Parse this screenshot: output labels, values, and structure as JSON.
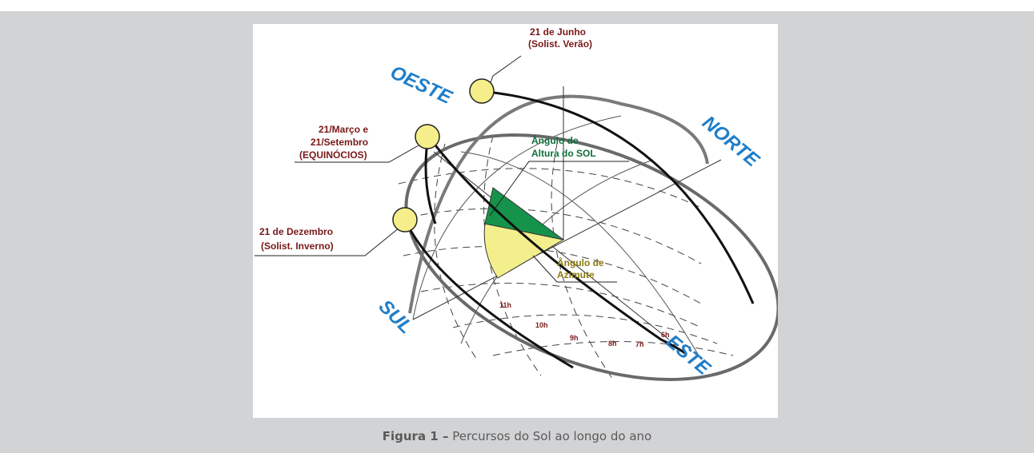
{
  "directions": {
    "west": "OESTE",
    "north": "NORTE",
    "south": "SUL",
    "east": "ESTE"
  },
  "labels": {
    "june_line1": "21 de Junho",
    "june_line2": "(Solist. Verão)",
    "equinox_line1": "21/Março e",
    "equinox_line2": "21/Setembro",
    "equinox_line3": "(EQUINÓCIOS)",
    "december_line1": "21 de Dezembro",
    "december_line2": "(Solist. Inverno)",
    "altitude_line1": "Ângulo de",
    "altitude_line2": "Altura do SOL",
    "azimuth_line1": "Ângulo de",
    "azimuth_line2": "Azimute"
  },
  "hours": [
    "11h",
    "10h",
    "9h",
    "8h",
    "7h",
    "6h"
  ],
  "caption": {
    "label": "Figura 1 –",
    "text": "Percursos do Sol ao longo do ano"
  },
  "colors": {
    "panel": "#d2d3d5",
    "direction_text": "#1f7ec9",
    "label_text": "#7a1818",
    "altitude_angle": "#16934a",
    "azimuth_angle": "#f3ef8c",
    "sun": "#f6ee8a"
  }
}
